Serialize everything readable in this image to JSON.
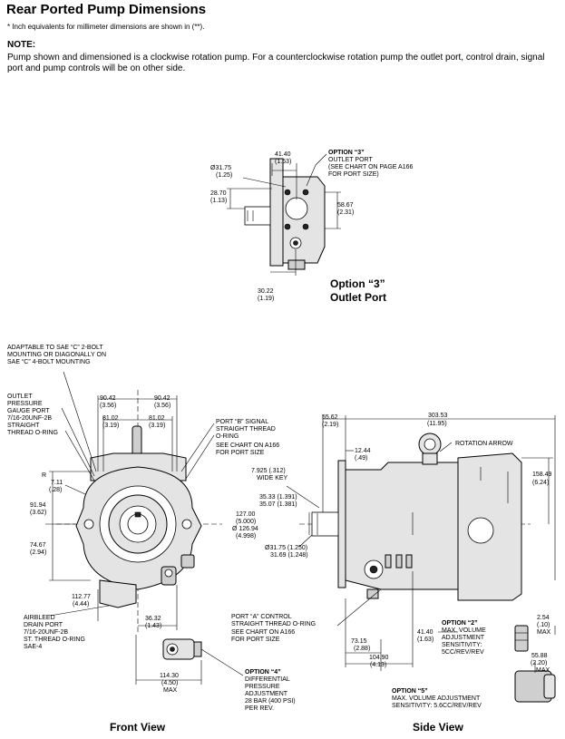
{
  "header": {
    "title": "Rear Ported Pump Dimensions",
    "footnote": "* Inch equivalents for millimeter dimensions are shown in (**).",
    "note_heading": "NOTE:",
    "note_body": "Pump shown and dimensioned is a clockwise rotation pump. For a counterclockwise rotation pump the outlet port, control drain, signal port and pump controls will be on other side."
  },
  "option3": {
    "caption1": "Option “3”",
    "caption2": "Outlet Port",
    "label_title": "OPTION “3”",
    "label_l1": "OUTLET PORT",
    "label_l2": "(SEE CHART ON PAGE A166",
    "label_l3": "FOR PORT SIZE)",
    "d1": "41.40",
    "d1i": "(1.63)",
    "d2": "Ø31.75",
    "d2i": "(1.25)",
    "d3": "28.70",
    "d3i": "(1.13)",
    "d4": "58.67",
    "d4i": "(2.31)",
    "d5": "30.22",
    "d5i": "(1.19)"
  },
  "front": {
    "caption": "Front View",
    "adapt1": "ADAPTABLE TO SAE “C” 2-BOLT",
    "adapt2": "MOUNTING OR DIAGONALLY ON",
    "adapt3": "SAE “C” 4-BOLT MOUNTING",
    "outlet1": "OUTLET",
    "outlet2": "PRESSURE",
    "outlet3": "GAUGE PORT",
    "outlet4": "7/16-20UNF-2B",
    "outlet5": "STRAIGHT",
    "outlet6": "THREAD O-RING",
    "w1": "90.42",
    "w1i": "(3.56)",
    "w2": "90.42",
    "w2i": "(3.56)",
    "w3": "81.02",
    "w3i": "(3.19)",
    "w4": "81.02",
    "w4i": "(3.19)",
    "portb1": "PORT “B” SIGNAL",
    "portb2": "STRAIGHT THREAD",
    "portb3": "O-RING",
    "portb4": "SEE CHART ON A166",
    "portb5": "FOR PORT SIZE",
    "r": "R",
    "r1": "7.11",
    "r1i": "(.28)",
    "h1": "91.94",
    "h1i": "(3.62)",
    "h2": "74.67",
    "h2i": "(2.94)",
    "h3": "112.77",
    "h3i": "(4.44)",
    "drain1": "AIRBLEED",
    "drain2": "DRAIN PORT",
    "drain3": "7/16-20UNF-2B",
    "drain4": "ST. THREAD O-RING",
    "drain5": "SAE-4",
    "d6": "36.32",
    "d6i": "(1.43)",
    "d7": "114.30",
    "d7i": "(4.50)",
    "d7m": "MAX",
    "opt4_1": "OPTION “4”",
    "opt4_2": "DIFFERENTIAL",
    "opt4_3": "PRESSURE",
    "opt4_4": "ADJUSTMENT",
    "opt4_5": "28 BAR (400 PSI)",
    "opt4_6": "PER REV."
  },
  "side": {
    "caption": "Side View",
    "s1": "55.62",
    "s1i": "(2.19)",
    "s2": "303.53",
    "s2i": "(11.95)",
    "s3": "12.44",
    "s3i": "(.49)",
    "rot": "ROTATION ARROW",
    "key1": "7.925 (.312)",
    "key2": "WIDE KEY",
    "s4": "158.49",
    "s4i": "(6.24)",
    "sh1": "35.33 (1.391)",
    "sh2": "35.07 (1.381)",
    "p1": "127.00",
    "p2": "(5.000)",
    "p3": "Ø 126.94",
    "p4": "(4.998)",
    "sh3": "Ø31.75 (1.250)",
    "sh4": "31.69 (1.248)",
    "porta1": "PORT “A” CONTROL",
    "porta2": "STRAIGHT THREAD O-RING",
    "porta3": "SEE CHART ON A166",
    "porta4": "FOR PORT SIZE",
    "s5": "41.40",
    "s5i": "(1.63)",
    "opt2_1": "OPTION “2”",
    "opt2_2": "MAX. VOLUME",
    "opt2_3": "ADJUSTMENT",
    "opt2_4": "SENSITIVITY:",
    "opt2_5": "5CC/REV/REV",
    "s6": "2.54",
    "s6i": "(.10)",
    "s6m": "MAX",
    "s7": "73.15",
    "s7i": "(2.88)",
    "s8": "104.90",
    "s8i": "(4.13)",
    "s9": "55.88",
    "s9i": "(2.20)",
    "s9m": "MAX",
    "opt5_1": "OPTION “5”",
    "opt5_2": "MAX. VOLUME ADJUSTMENT",
    "opt5_3": "SENSITIVITY: 5.6CC/REV/REV"
  }
}
